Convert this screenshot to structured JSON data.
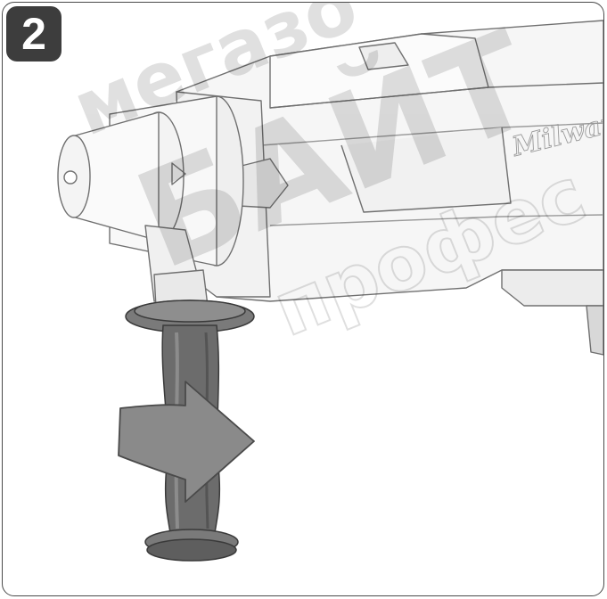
{
  "step": {
    "number": "2"
  },
  "tool": {
    "brand_mark": "Milwauk"
  },
  "watermark": {
    "line1": "мегазо",
    "line2": "БАЙТ",
    "line3": "профес"
  },
  "colors": {
    "frame": "#4a4a4a",
    "badge": "#3d3d3d",
    "handle": "#6c6c6c",
    "arrow": "#8a8a8a",
    "watermark": "#000000"
  },
  "icons": {
    "arrow": "rotate-arrow-icon"
  }
}
